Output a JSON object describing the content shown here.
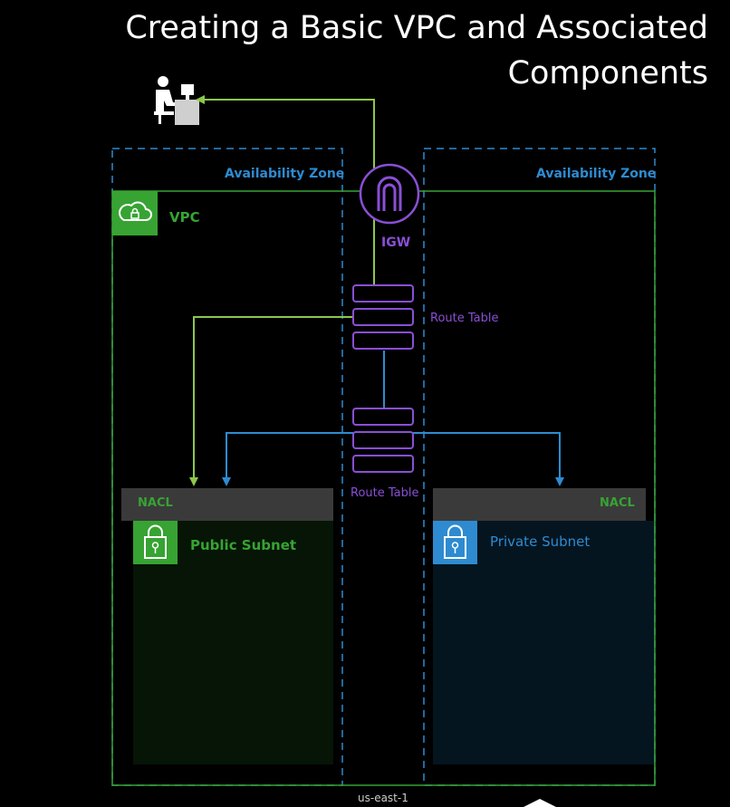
{
  "title": "Creating a Basic VPC and Associated Components",
  "availability_zone_left": "Availability Zone",
  "availability_zone_right": "Availability Zone",
  "vpc_label": "VPC",
  "igw_label": "IGW",
  "route_table_public_label": "Route Table",
  "route_table_private_label": "Route Table",
  "nacl_left": "NACL",
  "nacl_right": "NACL",
  "public_subnet_label": "Public Subnet",
  "private_subnet_label": "Private Subnet",
  "region_label": "us-east-1",
  "colors": {
    "background": "#000000",
    "vpc_green": "#37a333",
    "az_blue": "#2e8bd1",
    "igw_purple": "#8a4fd6",
    "public_arrow": "#8cc84b",
    "private_arrow": "#2e8bd1",
    "nacl_bar": "#3a3a3a"
  },
  "icons": {
    "user": "user-at-computer-icon",
    "vpc": "vpc-cloud-lock-icon",
    "igw": "internet-gateway-icon",
    "public_subnet": "padlock-icon",
    "private_subnet": "padlock-icon"
  }
}
